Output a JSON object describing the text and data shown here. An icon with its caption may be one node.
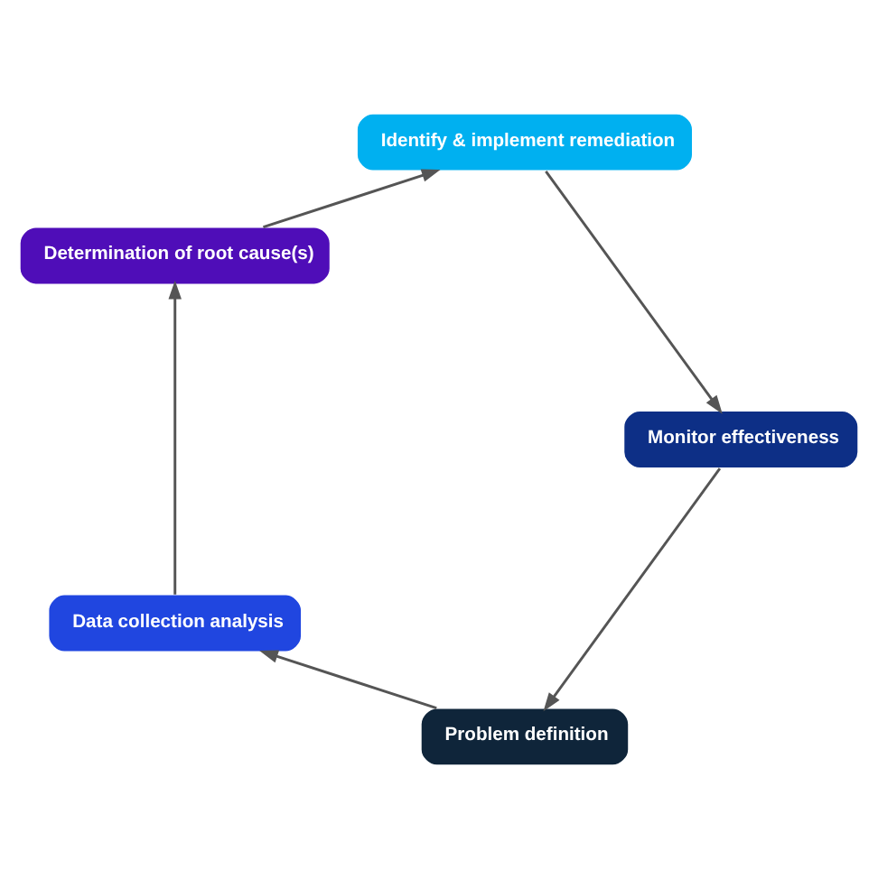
{
  "diagram": {
    "nodes": [
      {
        "text": [
          "Problem definition"
        ]
      },
      {
        "text": [
          "Data collection analysis"
        ]
      },
      {
        "text": [
          "Determination of root cause(s)"
        ]
      },
      {
        "text": [
          "Identify & implement remediation"
        ]
      },
      {
        "text": [
          "Monitor effectiveness"
        ]
      }
    ],
    "edges": [
      {
        "from": 0,
        "to": 1,
        "arrow": "to"
      },
      {
        "from": 1,
        "to": 2,
        "arrow": "to"
      },
      {
        "from": 2,
        "to": 3,
        "arrow": "to"
      },
      {
        "from": 3,
        "to": 4,
        "arrow": "to"
      },
      {
        "from": 4,
        "to": 0,
        "arrow": "to"
      }
    ]
  }
}
